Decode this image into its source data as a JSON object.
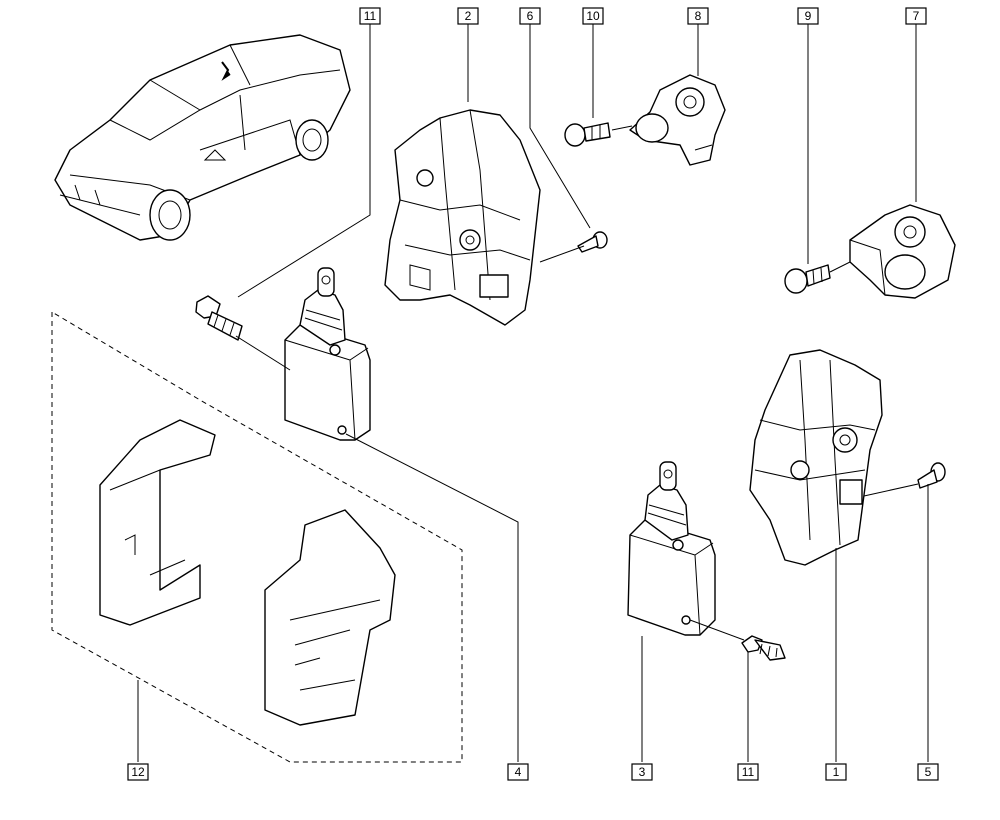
{
  "diagram": {
    "callouts": [
      {
        "id": "callout-11-top",
        "label": "11"
      },
      {
        "id": "callout-2",
        "label": "2"
      },
      {
        "id": "callout-6",
        "label": "6"
      },
      {
        "id": "callout-10",
        "label": "10"
      },
      {
        "id": "callout-8",
        "label": "8"
      },
      {
        "id": "callout-9",
        "label": "9"
      },
      {
        "id": "callout-7",
        "label": "7"
      },
      {
        "id": "callout-12",
        "label": "12"
      },
      {
        "id": "callout-4",
        "label": "4"
      },
      {
        "id": "callout-3",
        "label": "3"
      },
      {
        "id": "callout-11-bottom",
        "label": "11"
      },
      {
        "id": "callout-1",
        "label": "1"
      },
      {
        "id": "callout-5",
        "label": "5"
      }
    ]
  }
}
